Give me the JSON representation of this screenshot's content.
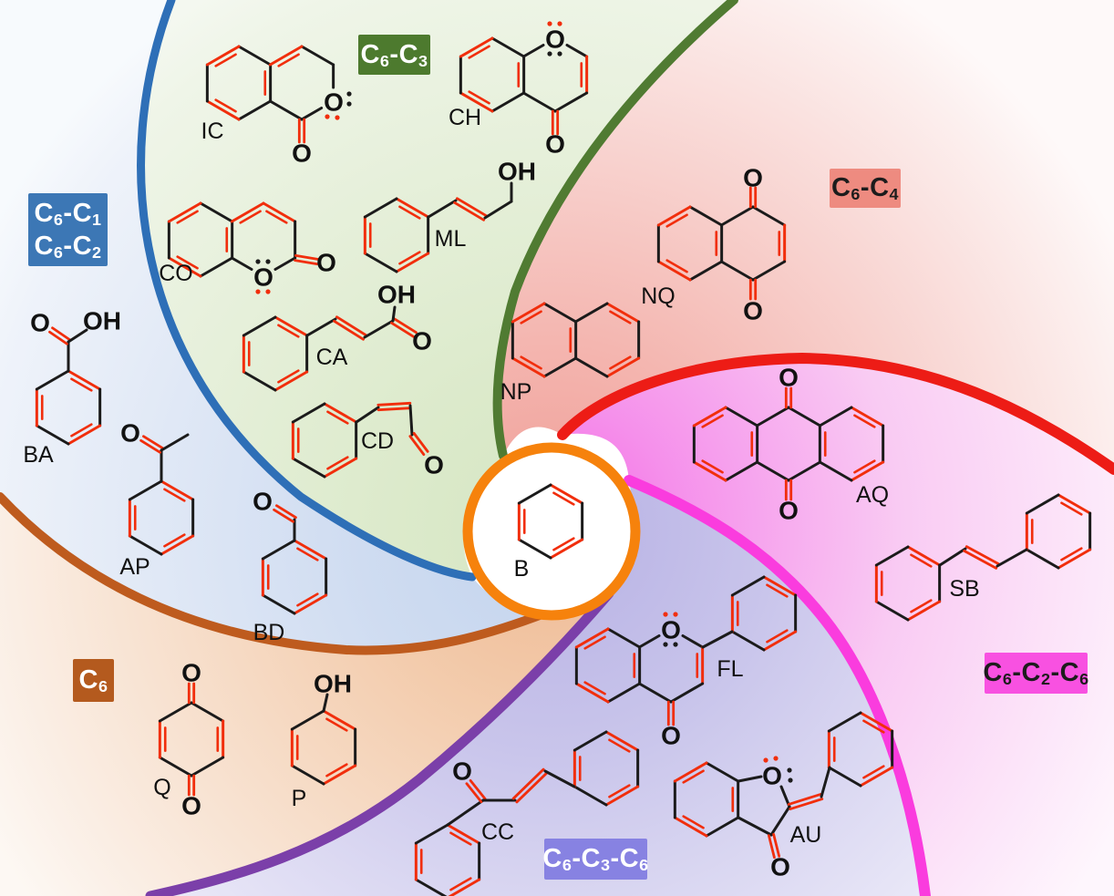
{
  "figure": {
    "description": "Pinwheel classification of aromatic compound skeletons around central benzene",
    "center_compound": "B",
    "center_ring_color": "#F6820C",
    "bond_colors": {
      "single": "#1B1B1B",
      "double": "#F12E0C"
    },
    "categories": [
      {
        "id": "c6c1-c6c2",
        "label_lines": [
          "C₆-C₁",
          "C₆-C₂"
        ],
        "box_color": "#3C77B5",
        "text_color": "#FFFFFF",
        "arc_color": "#2E6FB7",
        "gradient": [
          [
            "0",
            "#C3D4ED"
          ],
          [
            "0.3",
            "#CFDCF1"
          ],
          [
            "0.9",
            "#EFF3FA"
          ],
          [
            "1",
            "#F7FAFD"
          ]
        ]
      },
      {
        "id": "c6-c3",
        "label_lines": [
          "C₆-C₃"
        ],
        "box_color": "#4D7A2E",
        "text_color": "#FFFFFF",
        "arc_color": "#507B32",
        "gradient": [
          [
            "0",
            "#D5E6C3"
          ],
          [
            "0.25",
            "#DCEACB"
          ],
          [
            "0.9",
            "#EFF5E8"
          ],
          [
            "1",
            "#F4F8F0"
          ]
        ]
      },
      {
        "id": "c6-c4",
        "label_lines": [
          "C₆-C₄"
        ],
        "box_color": "#EE8B80",
        "text_color": "#1C1C1C",
        "arc_color": "#ED1C16",
        "gradient": [
          [
            "0",
            "#F09D96"
          ],
          [
            "0.3",
            "#F4B6B0"
          ],
          [
            "0.9",
            "#FCEFEE"
          ],
          [
            "1",
            "#FEF9F9"
          ]
        ]
      },
      {
        "id": "c6-c2-c6",
        "label_lines": [
          "C₆-C₂-C₆"
        ],
        "box_color": "#F851E1",
        "text_color": "#1C1C1C",
        "arc_color": "#FA3CDE",
        "gradient": [
          [
            "0",
            "#F467E4"
          ],
          [
            "0.2",
            "#F590EB"
          ],
          [
            "0.55",
            "#F9CBF3"
          ],
          [
            "1",
            "#FEF6FD"
          ]
        ]
      },
      {
        "id": "c6-c3-c6",
        "label_lines": [
          "C₆-C₃-C₆"
        ],
        "box_color": "#8782E2",
        "text_color": "#FFFFFF",
        "arc_color": "#7B3FA9",
        "gradient": [
          [
            "0",
            "#B7B1E4"
          ],
          [
            "0.35",
            "#C9C5EB"
          ],
          [
            "0.95",
            "#F3F2FB"
          ],
          [
            "1",
            "#FAFAFE"
          ]
        ]
      },
      {
        "id": "c6",
        "label_lines": [
          "C₆"
        ],
        "box_color": "#B45A1E",
        "text_color": "#FFFFFF",
        "arc_color": "#BE5B1E",
        "gradient": [
          [
            "0",
            "#EFB993"
          ],
          [
            "0.3",
            "#F3CCAD"
          ],
          [
            "0.9",
            "#FBF1E9"
          ],
          [
            "1",
            "#FDF8F3"
          ]
        ]
      }
    ],
    "compounds": [
      {
        "code": "B",
        "atoms": []
      },
      {
        "code": "BA",
        "atoms": [
          "O",
          "OH"
        ]
      },
      {
        "code": "AP",
        "atoms": [
          "O"
        ]
      },
      {
        "code": "BD",
        "atoms": [
          "O"
        ]
      },
      {
        "code": "Q",
        "atoms": [
          "O",
          "O"
        ]
      },
      {
        "code": "P",
        "atoms": [
          "OH"
        ]
      },
      {
        "code": "IC",
        "atoms": [
          "O",
          "O"
        ]
      },
      {
        "code": "CO",
        "atoms": [
          "O",
          "O"
        ]
      },
      {
        "code": "CH",
        "atoms": [
          "O",
          "O"
        ]
      },
      {
        "code": "ML",
        "atoms": [
          "OH"
        ]
      },
      {
        "code": "CA",
        "atoms": [
          "O",
          "OH"
        ]
      },
      {
        "code": "CD",
        "atoms": [
          "O"
        ]
      },
      {
        "code": "NQ",
        "atoms": [
          "O",
          "O"
        ]
      },
      {
        "code": "NP",
        "atoms": []
      },
      {
        "code": "AQ",
        "atoms": [
          "O",
          "O"
        ]
      },
      {
        "code": "SB",
        "atoms": []
      },
      {
        "code": "FL",
        "atoms": [
          "O",
          "O"
        ]
      },
      {
        "code": "CC",
        "atoms": [
          "O"
        ]
      },
      {
        "code": "AU",
        "atoms": [
          "O",
          "O"
        ]
      }
    ]
  }
}
